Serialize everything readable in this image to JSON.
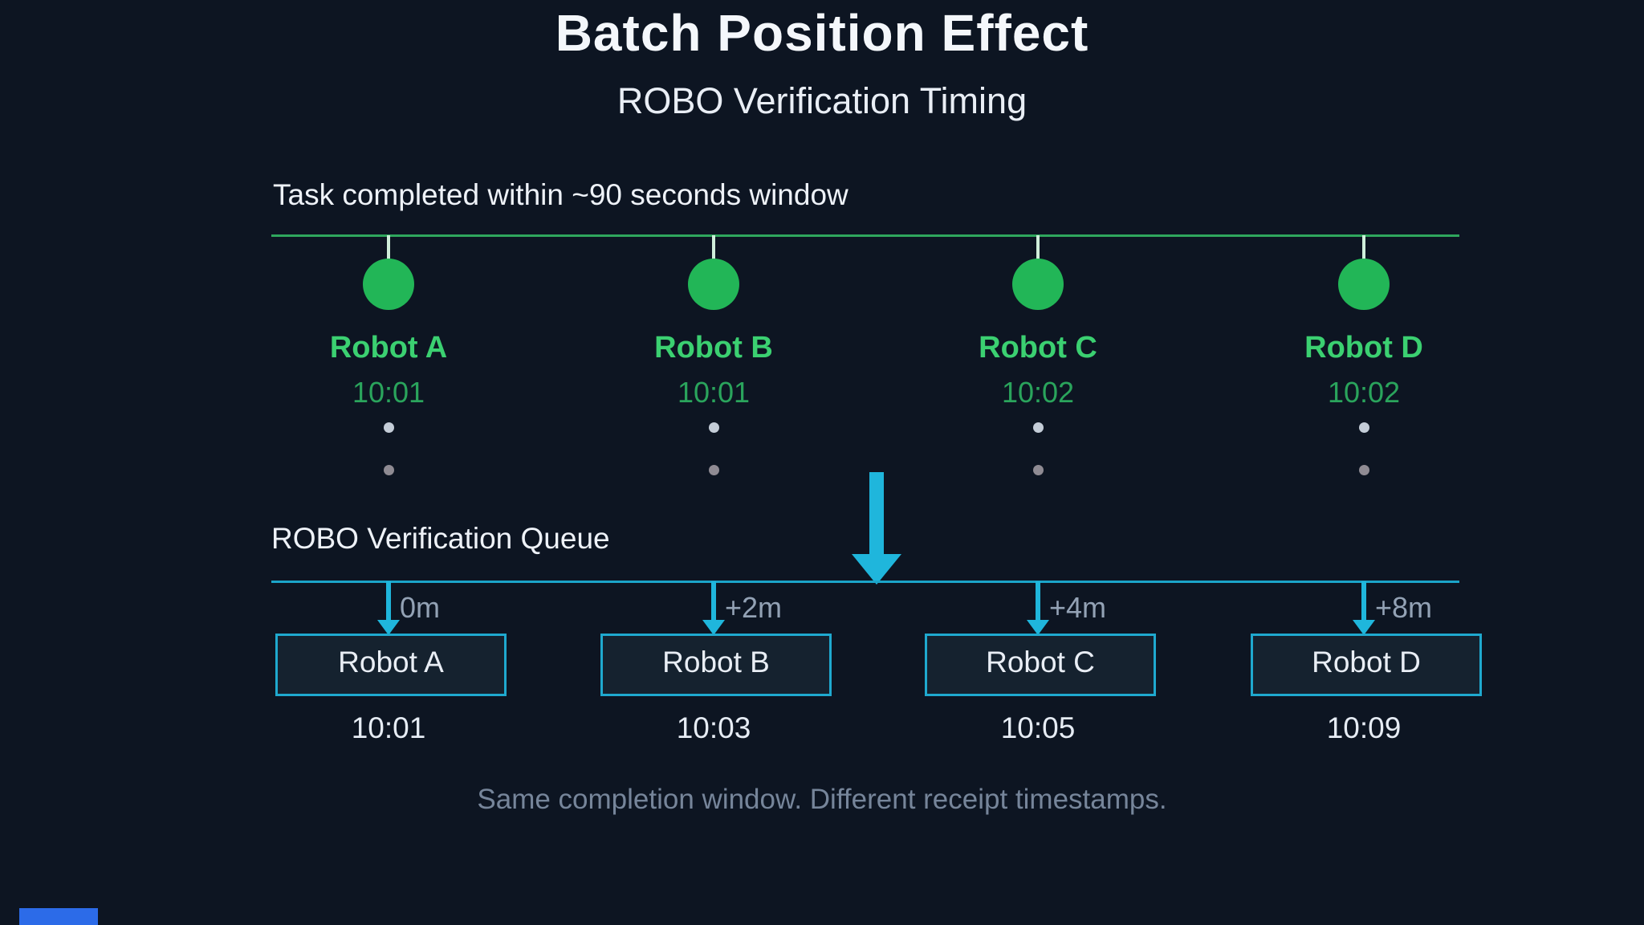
{
  "title": "Batch Position Effect",
  "subtitle": "ROBO Verification Timing",
  "colors": {
    "background": "#0d1522",
    "green_marker": "#22b657",
    "green_line": "#2fa75d",
    "green_name": "#3bd071",
    "green_time": "#2aa45c",
    "cyan_accent": "#1fb6dc",
    "cyan_line": "#1ba4c9",
    "box_border": "#1fa9cf",
    "box_fill": "#15222f",
    "muted_gray": "#93a2b5",
    "caption_gray": "#76859a",
    "white_text": "#f4f7fb",
    "corner_blue": "#2c6be8"
  },
  "completion": {
    "label": "Task completed within ~90 seconds window",
    "robots": [
      {
        "name": "Robot A",
        "time": "10:01"
      },
      {
        "name": "Robot B",
        "time": "10:01"
      },
      {
        "name": "Robot C",
        "time": "10:02"
      },
      {
        "name": "Robot D",
        "time": "10:02"
      }
    ]
  },
  "queue": {
    "label": "ROBO Verification Queue",
    "items": [
      {
        "name": "Robot A",
        "offset": "0m",
        "time": "10:01"
      },
      {
        "name": "Robot B",
        "offset": "+2m",
        "time": "10:03"
      },
      {
        "name": "Robot C",
        "offset": "+4m",
        "time": "10:05"
      },
      {
        "name": "Robot D",
        "offset": "+8m",
        "time": "10:09"
      }
    ]
  },
  "caption": "Same completion window. Different receipt timestamps."
}
